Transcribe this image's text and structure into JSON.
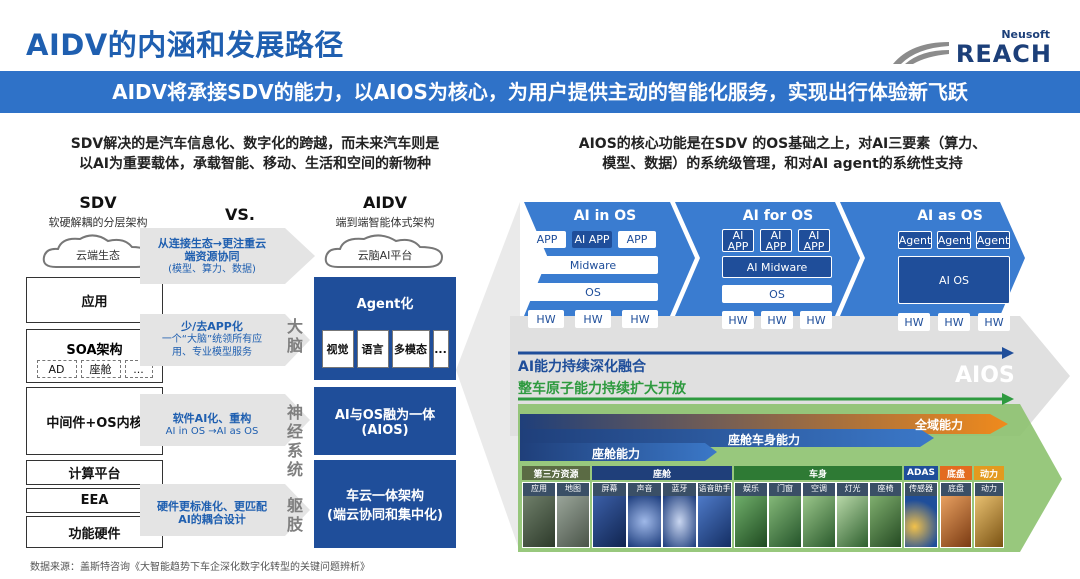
{
  "title": "AIDV的内涵和发展路径",
  "logo": {
    "top": "Neusoft",
    "main": "REACH"
  },
  "banner": "AIDV将承接SDV的能力，以AIOS为核心，为用户提供主动的智能化服务，实现出行体验新飞跃",
  "left": {
    "heading_line1": "SDV解决的是汽车信息化、数字化的跨越，而未来汽车则是",
    "heading_line2": "以AI为重要载体，承载智能、移动、生活和空间的新物种",
    "sdv_title": "SDV",
    "sdv_sub": "软硬解耦的分层架构",
    "vs": "VS.",
    "aidv_title": "AIDV",
    "aidv_sub": "端到端智能体式架构",
    "sdv_cloud": "云端生态",
    "aidv_cloud": "云脑AI平台",
    "sdv_layers": {
      "app": "应用",
      "soa": "SOA架构",
      "soa_items": [
        "AD",
        "座舱",
        "..."
      ],
      "middleware": "中间件+OS内核",
      "compute": "计算平台",
      "eea": "EEA",
      "hardware": "功能硬件"
    },
    "arrows": {
      "a1_bold": "从连接生态→更注重云",
      "a1_bold2": "端资源协同",
      "a1_sub": "(模型、算力、数据)",
      "a2_bold": "少/去APP化",
      "a2_sub1": "一个“大脑”统领所有应",
      "a2_sub2": "用、专业模型服务",
      "a3_bold": "软件AI化、重构",
      "a3_sub": "AI in OS →AI as OS",
      "a4_bold": "硬件更标准化、更匹配",
      "a4_bold2": "AI的耦合设计"
    },
    "brain": [
      "大",
      "脑"
    ],
    "nerve": [
      "神",
      "经",
      "系",
      "统"
    ],
    "body": [
      "躯",
      "肢"
    ],
    "aidv_layers": {
      "agent": "Agent化",
      "agent_items": [
        "视觉",
        "语言",
        "多模态",
        "..."
      ],
      "ai_os_line1": "AI与OS融为一体",
      "ai_os_line2": "(AIOS)",
      "car_cloud_line1": "车云一体架构",
      "car_cloud_line2": "(端云协同和集中化)"
    }
  },
  "right": {
    "heading_line1": "AIOS的核心功能是在SDV 的OS基础之上，对AI三要素（算力、",
    "heading_line2": "模型、数据）的系统级管理，和对AI agent的系统性支持",
    "col1": {
      "title": "AI in OS",
      "apps": [
        "APP",
        "AI APP",
        "APP"
      ],
      "mid": "Midware",
      "os": "OS",
      "hw": [
        "HW",
        "HW",
        "HW"
      ]
    },
    "col2": {
      "title": "AI for OS",
      "apps": [
        "AI APP",
        "AI APP",
        "AI APP"
      ],
      "mid": "AI Midware",
      "os": "OS",
      "hw": [
        "HW",
        "HW",
        "HW"
      ]
    },
    "col3": {
      "title": "AI as OS",
      "apps": [
        "Agent",
        "Agent",
        "Agent"
      ],
      "aios": "AI OS",
      "hw": [
        "HW",
        "HW",
        "HW"
      ]
    },
    "line1": "AI能力持续深化融合",
    "line2": "整车原子能力持续扩大开放",
    "aios_big": "AIOS",
    "stripe1": "全域能力",
    "stripe2": "座舱车身能力",
    "stripe3": "座舱能力",
    "categories": [
      "第三方资源",
      "座舱",
      "车身",
      "ADAS",
      "底盘",
      "动力"
    ],
    "tiles": [
      "应用",
      "地图",
      "屏幕",
      "声音",
      "蓝牙",
      "语音助手",
      "娱乐",
      "门窗",
      "空调",
      "灯光",
      "座椅",
      "传感器",
      "底盘",
      "动力"
    ]
  },
  "source": "数据来源：盖斯特咨询《大智能趋势下车企深化数字化转型的关键问题辨析》",
  "colors": {
    "brand": "#1f5fb0",
    "banner": "#2f72c8",
    "dark": "#1f4e9a",
    "green": "#2e9a3f",
    "orange": "#f08a1c"
  }
}
